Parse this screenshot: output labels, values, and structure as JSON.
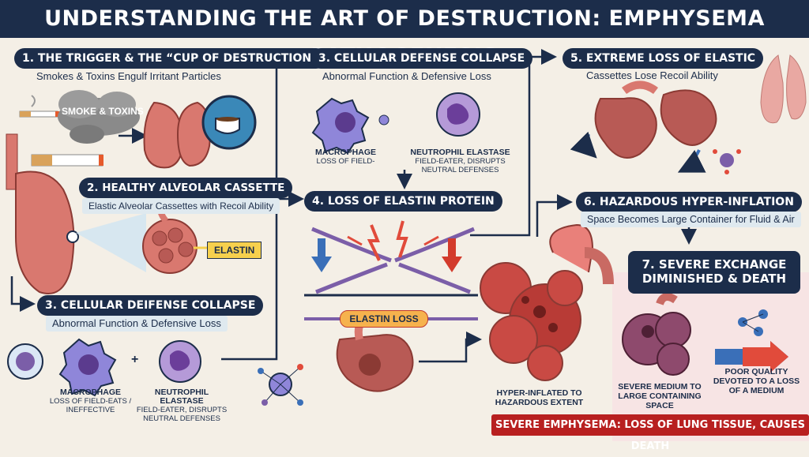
{
  "title": "UNDERSTANDING THE ART OF DESTRUCTION: EMPHYSEMA PATHOGENESIS",
  "step1": {
    "heading": "1. THE TRIGGER & THE “CUP OF DESTRUCTION”",
    "subtitle": "Smokes & Toxins Engulf Irritant Particles",
    "smoke_label": "SMOKE & TOXINS"
  },
  "step2": {
    "heading": "2. HEALTHY ALVEOLAR CASSETTE",
    "subtitle": "Elastic Alveolar Cassettes with Recoil Ability",
    "elastin_label": "ELASTIN"
  },
  "step3_left": {
    "heading": "3. CELLULAR DEIFENSE COLLAPSE",
    "subtitle": "Abnormal Function & Defensive Loss",
    "plus": "+",
    "cell1_title": "MACROPHAGE",
    "cell1_desc": "LOSS OF FIELD-EATS / INEFFECTIVE",
    "cell2_title": "NEUTROPHIL ELASTASE",
    "cell2_desc": "FIELD-EATER, DISRUPTS NEUTRAL DEFENSES"
  },
  "step3_mid": {
    "heading": "3. CELLULAR DEFENSE COLLAPSE",
    "subtitle": "Abnormal Function & Defensive Loss",
    "cell1_title": "MACROPHAGE",
    "cell1_desc": "LOSS OF FIELD-",
    "cell2_title": "NEUTROPHIL ELASTASE",
    "cell2_desc": "FIELD-EATER, DISRUPTS NEUTRAL DEFENSES"
  },
  "step4": {
    "heading": "4. LOSS OF ELASTIN PROTEIN",
    "elastin_loss_label": "ELASTIN LOSS"
  },
  "step5": {
    "heading": "5. EXTREME LOSS OF ELASTIC",
    "subtitle": "Cassettes Lose Recoil Ability"
  },
  "step6": {
    "heading": "6. HAZARDOUS HYPER-INFLATION",
    "subtitle": "Space Becomes Large Container for Fluid & Air",
    "caption": "HYPER-INFLATED TO HAZARDOUS EXTENT"
  },
  "step7": {
    "heading": "7. SEVERE EXCHANGE DIMINISHED & DEATH",
    "caption1": "SEVERE MEDIUM TO LARGE CONTAINING SPACE",
    "caption2": "POOR QUALITY DEVOTED TO A LOSS OF A MEDIUM"
  },
  "footer": "SEVERE EMPHYSEMA: LOSS OF LUNG TISSUE, CAUSES DEATH",
  "colors": {
    "navy": "#1c2d4a",
    "red": "#b82020",
    "lung": "#d9786f",
    "cell_purple": "#7b5ea8",
    "elastin_yellow": "#f6d04d"
  }
}
